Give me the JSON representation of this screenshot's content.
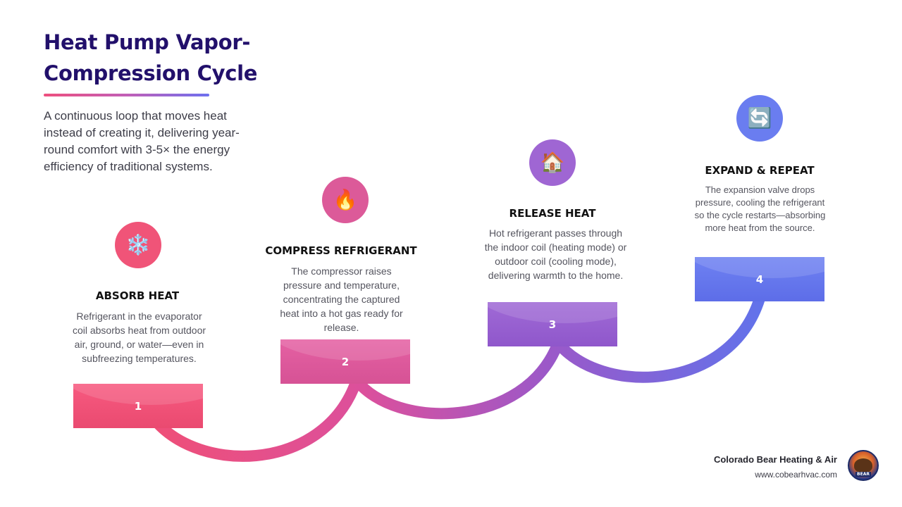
{
  "title": "Heat Pump Vapor-Compression Cycle",
  "subtitle": "A continuous loop that moves heat instead of creating it, delivering year-round comfort with 3-5× the energy efficiency of traditional systems.",
  "colors": {
    "title": "#22106b",
    "step1": "#ef4f77",
    "step2": "#de5597",
    "step3": "#9a5fd0",
    "step4": "#6474ee"
  },
  "steps": [
    {
      "number": "1",
      "icon": "snowflake-icon",
      "glyph": "❄️",
      "title": "ABSORB HEAT",
      "description": "Refrigerant in the evaporator coil absorbs heat from outdoor air, ground, or water—even in subfreezing temperatures."
    },
    {
      "number": "2",
      "icon": "fire-icon",
      "glyph": "🔥",
      "title": "COMPRESS REFRIGERANT",
      "description": "The compressor raises pressure and temperature, concentrating the captured heat into a hot gas ready for release."
    },
    {
      "number": "3",
      "icon": "house-icon",
      "glyph": "🏠",
      "title": "RELEASE HEAT",
      "description": "Hot refrigerant passes through the indoor coil (heating mode) or outdoor coil (cooling mode), delivering warmth to the home."
    },
    {
      "number": "4",
      "icon": "repeat-arrows-icon",
      "glyph": "🔄",
      "title": "EXPAND & REPEAT",
      "description": "The expansion valve drops pressure, cooling the refrigerant so the cycle restarts—absorbing more heat from the source."
    }
  ],
  "footer": {
    "company": "Colorado Bear Heating & Air",
    "website": "www.cobearhvac.com",
    "logo_text": "BEAR"
  }
}
